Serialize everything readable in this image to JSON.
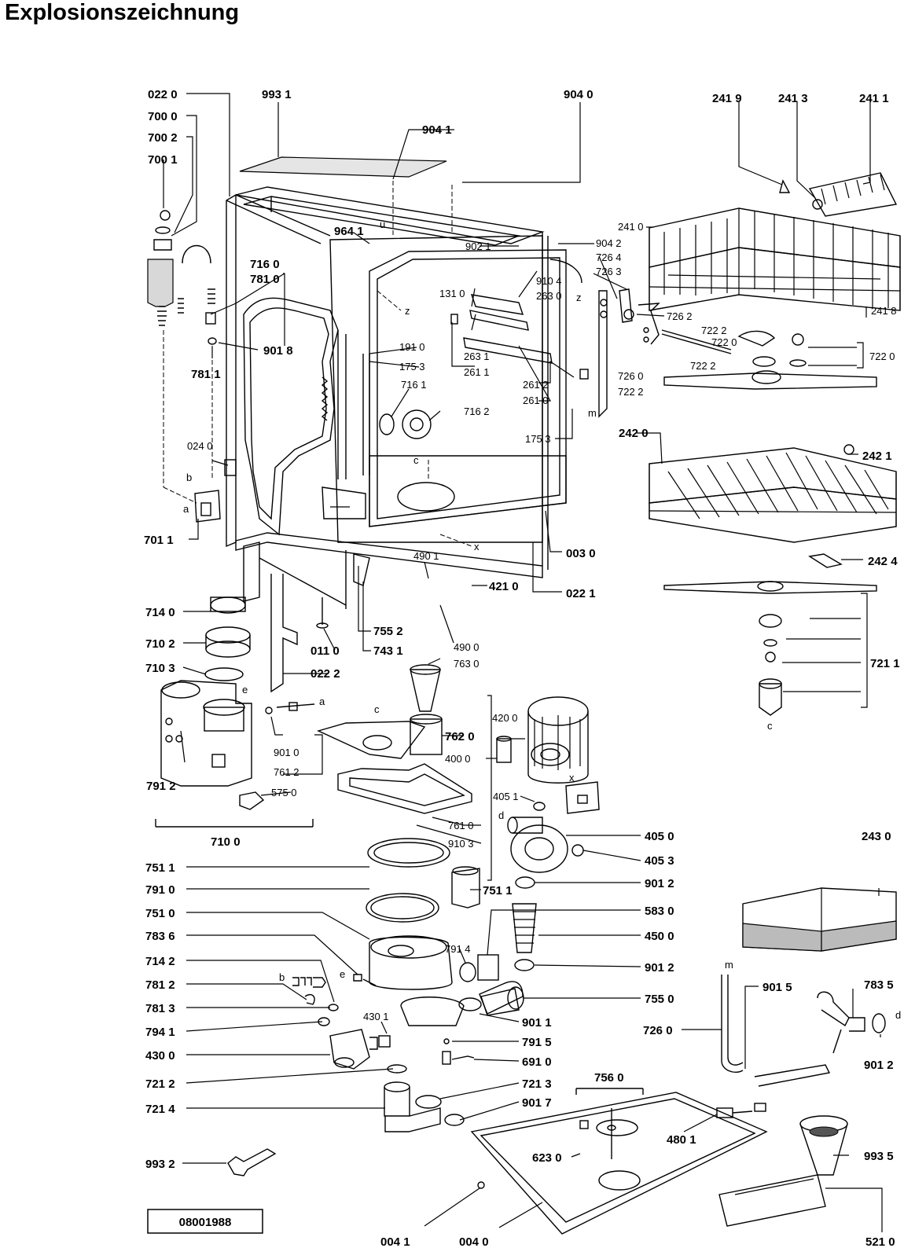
{
  "title": "Explosionszeichnung",
  "drawing_number": "08001988",
  "part_labels": [
    "022 0",
    "993 1",
    "904 0",
    "241 9",
    "241 3",
    "241 1",
    "700 0",
    "700 2",
    "700 1",
    "904 1",
    "964 1",
    "902 1",
    "241 0",
    "904 2",
    "726 4",
    "726 3",
    "726 2",
    "722 2",
    "722 0",
    "722 0",
    "722 2",
    "726 0",
    "722 2",
    "716 0",
    "781 0",
    "901 8",
    "781 1",
    "131 0",
    "910 4",
    "263 0",
    "263 1",
    "261 1",
    "261 2",
    "261 0",
    "191 0",
    "175 3",
    "716 1",
    "716 2",
    "175 3",
    "241 8",
    "024 0",
    "701 1",
    "242 0",
    "242 1",
    "242 4",
    "003 0",
    "022 1",
    "490 1",
    "421 0",
    "490 0",
    "763 0",
    "755 2",
    "743 1",
    "011 0",
    "022 2",
    "714 0",
    "710 2",
    "710 3",
    "791 2",
    "901 0",
    "761 2",
    "575 0",
    "710 0",
    "721 1",
    "762 0",
    "420 0",
    "400 0",
    "405 1",
    "761 0",
    "910 3",
    "405 0",
    "405 3",
    "751 1",
    "791 0",
    "751 0",
    "783 6",
    "714 2",
    "781 2",
    "781 3",
    "794 1",
    "430 0",
    "721 2",
    "721 4",
    "993 2",
    "751 1",
    "791 4",
    "901 2",
    "583 0",
    "450 0",
    "901 2",
    "755 0",
    "901 1",
    "791 5",
    "691 0",
    "430 1",
    "721 3",
    "901 7",
    "243 0",
    "901 5",
    "783 5",
    "726 0",
    "901 2",
    "756 0",
    "480 1",
    "623 0",
    "993 5",
    "004 1",
    "004 0",
    "521 0"
  ],
  "letter_marks": [
    "a",
    "b",
    "c",
    "d",
    "e",
    "m",
    "x",
    "z",
    "u"
  ]
}
